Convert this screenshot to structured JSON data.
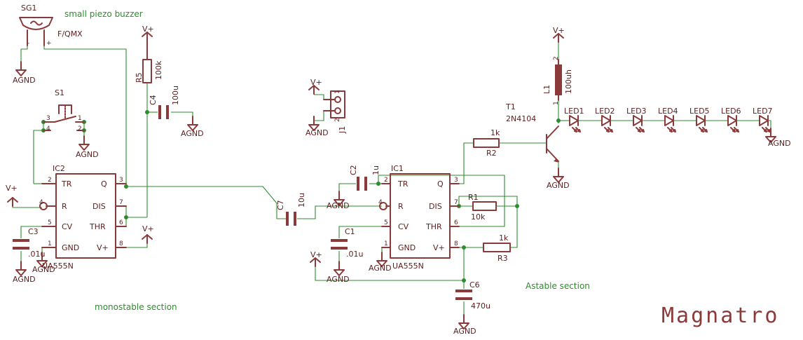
{
  "notes": {
    "buzzer": "small piezo buzzer",
    "monostable": "monostable section",
    "astable": "Astable section"
  },
  "brand": "Magnatro",
  "nets": {
    "vplus": "V+",
    "agnd": "AGND"
  },
  "components": {
    "sg1": {
      "name": "SG1",
      "value": "F/QMX",
      "minus": "-",
      "plus": "+"
    },
    "s1": {
      "name": "S1",
      "pins": [
        "3",
        "4",
        "1",
        "2"
      ]
    },
    "r5": {
      "name": "R5",
      "value": "100k"
    },
    "c4": {
      "name": "C4",
      "value": "100u"
    },
    "ic2": {
      "name": "IC2",
      "part": "UA555N",
      "pins": {
        "tr": "TR",
        "q": "Q",
        "r": "R",
        "dis": "DIS",
        "cv": "CV",
        "thr": "THR",
        "gnd": "GND",
        "vplus": "V+"
      },
      "nums": [
        "2",
        "3",
        "4",
        "7",
        "5",
        "6",
        "1",
        "8"
      ]
    },
    "c3": {
      "name": "C3",
      "value": ".01u"
    },
    "j1": {
      "name": "J1",
      "pins": [
        "1",
        "2"
      ]
    },
    "c7": {
      "name": "C7",
      "value": "10u"
    },
    "c2": {
      "name": "C2",
      "value": "1u"
    },
    "ic1": {
      "name": "IC1",
      "part": "UA555N",
      "pins": {
        "tr": "TR",
        "q": "Q",
        "r": "R",
        "dis": "DIS",
        "cv": "CV",
        "thr": "THR",
        "gnd": "GND",
        "vplus": "V+"
      },
      "nums": [
        "2",
        "3",
        "4",
        "7",
        "5",
        "6",
        "1",
        "8"
      ]
    },
    "c1": {
      "name": "C1",
      "value": ".01u"
    },
    "r1": {
      "name": "R1",
      "value": "10k"
    },
    "r3": {
      "name": "R3",
      "value": "1k"
    },
    "c6": {
      "name": "C6",
      "value": "470u"
    },
    "r2": {
      "name": "R2",
      "value": "1k"
    },
    "t1": {
      "name": "T1",
      "value": "2N4104"
    },
    "l1": {
      "name": "L1",
      "value": "100uh",
      "pins": [
        "2",
        "1"
      ]
    },
    "leds": [
      "LED1",
      "LED2",
      "LED3",
      "LED4",
      "LED5",
      "LED6",
      "LED7"
    ]
  }
}
